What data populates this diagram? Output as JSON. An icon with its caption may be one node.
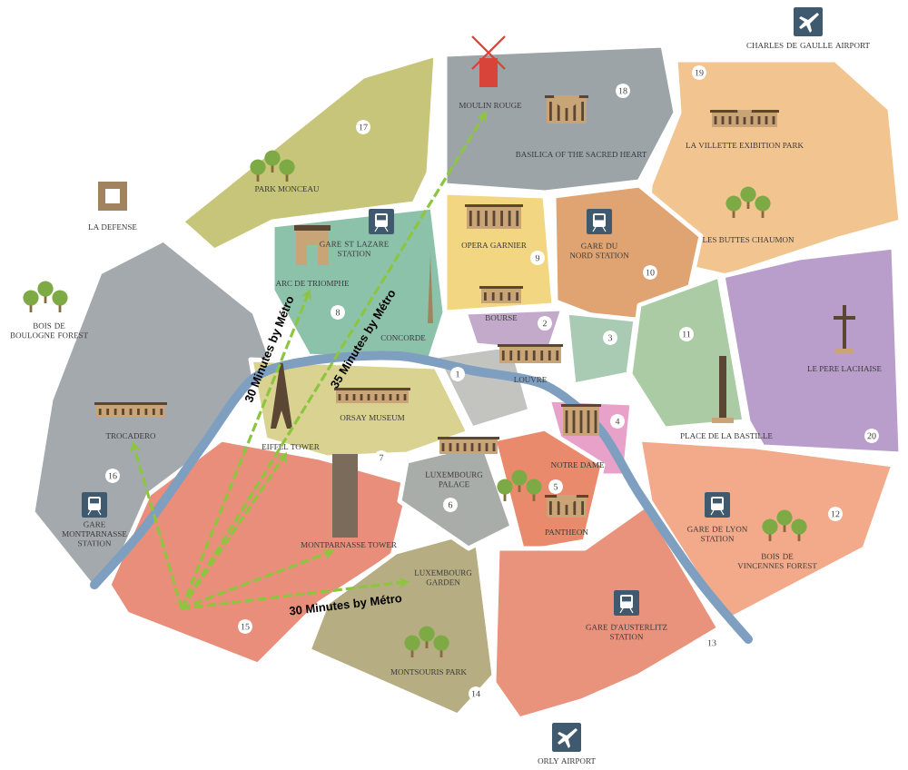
{
  "diagram": {
    "nodes": [
      {
        "text": [
          "MOULIN ROUGE"
        ]
      },
      {
        "text": [
          "ARC DE TRIOMPHE"
        ]
      },
      {
        "text": [
          "TROCADERO"
        ]
      },
      {
        "text": [
          "EIFFEL TOWER"
        ]
      },
      {
        "text": [
          "MONTPARNASSE TOWER"
        ]
      },
      {
        "text": [
          "LUXEMBOURG GARDEN"
        ]
      }
    ],
    "edges": [
      {
        "from": null,
        "to": 0,
        "arrow": "to",
        "style": "dashed",
        "label": "35 Minutes by Métro"
      },
      {
        "from": null,
        "to": 1,
        "arrow": "to",
        "style": "dashed",
        "label": "30 Minutes by Métro"
      },
      {
        "from": null,
        "to": 2,
        "arrow": "to",
        "style": "dashed"
      },
      {
        "from": null,
        "to": 3,
        "arrow": "to",
        "style": "dashed"
      },
      {
        "from": null,
        "to": 4,
        "arrow": "to",
        "style": "dashed"
      },
      {
        "from": null,
        "to": 5,
        "arrow": "to",
        "style": "dashed",
        "label": "30 Minutes by Métro"
      }
    ],
    "labels": [
      "CHARLES DE GAULLE AIRPORT",
      "19",
      "17",
      "18",
      "BASILICA OF THE SACRED HEART",
      "LA VILLETTE EXIBITION PARK",
      "PARK MONCEAU",
      "LA DEFENSE",
      "GARE ST LAZARE STATION",
      "OPERA GARNIER",
      "9",
      "GARE DU NORD STATION",
      "LES BUTTES CHAUMON",
      "10",
      "8",
      "BOIS DE BOULOGNE FOREST",
      "BOURSE",
      "2",
      "CONCORDE",
      "3",
      "11",
      "LE PERE LACHAISE",
      "1",
      "LOUVRE",
      "ORSAY MUSEUM",
      "NOTRE DAME",
      "PLACE DE LA BASTILLE",
      "4",
      "20",
      "16",
      "LUXEMBOURG PALACE",
      "7",
      "6",
      "5",
      "GARE MONTPARNASSE STATION",
      "PANTHEON",
      "12",
      "GARE DE LYON STATION",
      "15",
      "BOIS DE VINCENNES FOREST",
      "GARE D'AUSTERLITZ STATION",
      "13",
      "MONTSOURIS PARK",
      "14",
      "ORLY AIRPORT"
    ]
  }
}
